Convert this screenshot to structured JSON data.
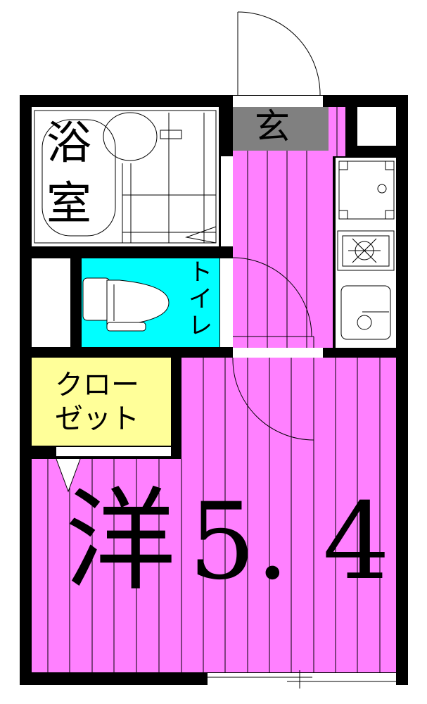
{
  "floor_plan": {
    "rooms": {
      "bathroom": {
        "label_line1": "浴",
        "label_line2": "室"
      },
      "entrance": {
        "label": "玄"
      },
      "toilet": {
        "label_line1": "ト",
        "label_line2": "イ",
        "label_line3": "レ"
      },
      "closet": {
        "label_line1": "クロー",
        "label_line2": "ゼット"
      },
      "western_room": {
        "label_kanji": "洋",
        "label_size": "5. 4"
      }
    },
    "colors": {
      "wall": "#000000",
      "flooring": "#ff80ff",
      "toilet": "#00ffff",
      "closet": "#ffff99",
      "entrance": "#808080"
    }
  }
}
